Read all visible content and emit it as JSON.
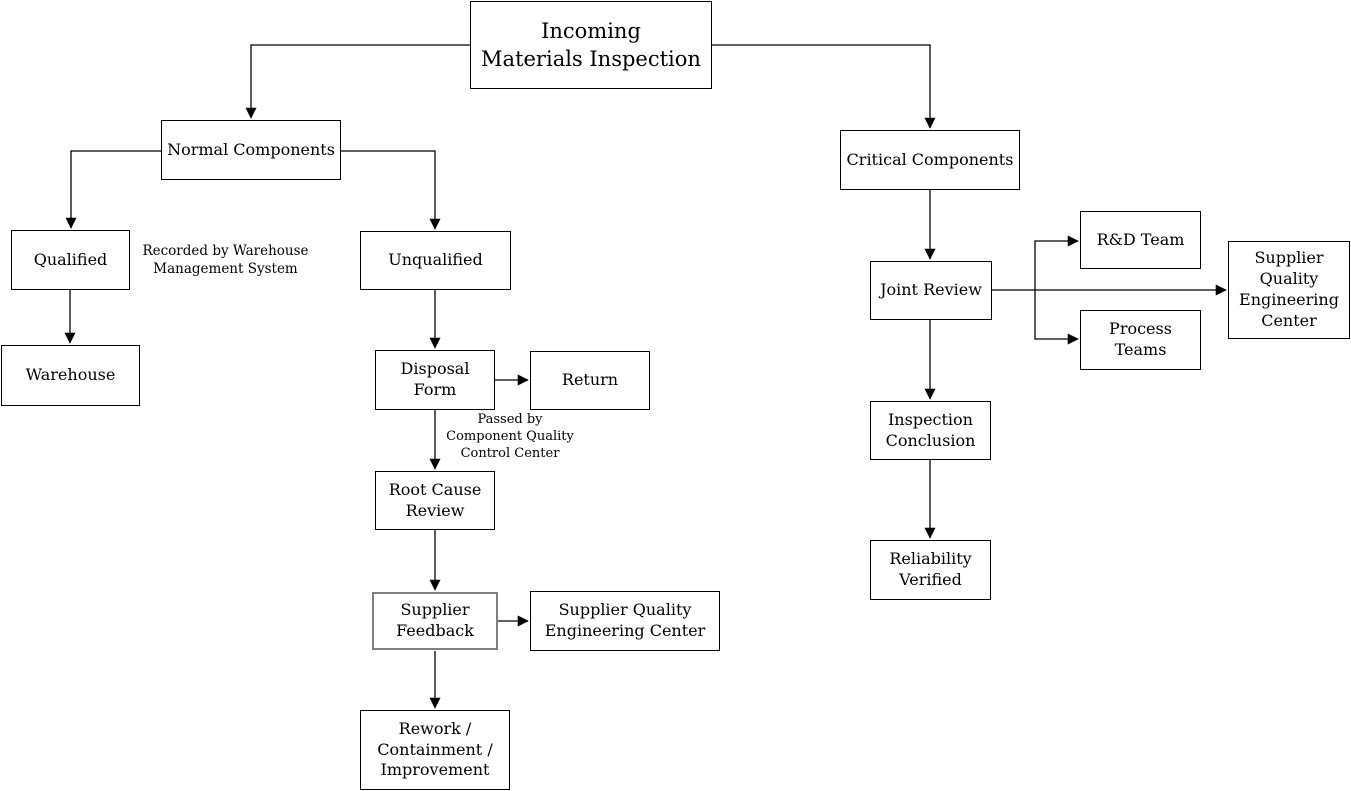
{
  "diagram": {
    "background_color": "#ffffff",
    "line_color": "#000000",
    "selected_border_color": "#7f7f7f",
    "nodes": {
      "incoming": {
        "label": "Incoming\nMaterials Inspection"
      },
      "normal": {
        "label": "Normal Components"
      },
      "critical": {
        "label": "Critical Components"
      },
      "qualified": {
        "label": "Qualified"
      },
      "unqualified": {
        "label": "Unqualified"
      },
      "warehouse": {
        "label": "Warehouse"
      },
      "disposal_form": {
        "label": "Disposal\nForm"
      },
      "return": {
        "label": "Return"
      },
      "root_cause_review": {
        "label": "Root Cause\nReview"
      },
      "supplier_feedback": {
        "label": "Supplier\nFeedback"
      },
      "sqec_left": {
        "label": "Supplier Quality\nEngineering Center"
      },
      "rework": {
        "label": "Rework /\nContainment /\nImprovement"
      },
      "joint_review": {
        "label": "Joint Review"
      },
      "rd_team": {
        "label": "R&D Team"
      },
      "process_teams": {
        "label": "Process\nTeams"
      },
      "sqec_right": {
        "label": "Supplier\nQuality\nEngineering\nCenter"
      },
      "inspection_conclusion": {
        "label": "Inspection\nConclusion"
      },
      "reliability_verified": {
        "label": "Reliability\nVerified"
      }
    },
    "annotations": {
      "recorded_by": {
        "label": "Recorded by Warehouse\nManagement System"
      },
      "passed_by": {
        "label": "Passed by\nComponent Quality\nControl Center"
      }
    }
  }
}
